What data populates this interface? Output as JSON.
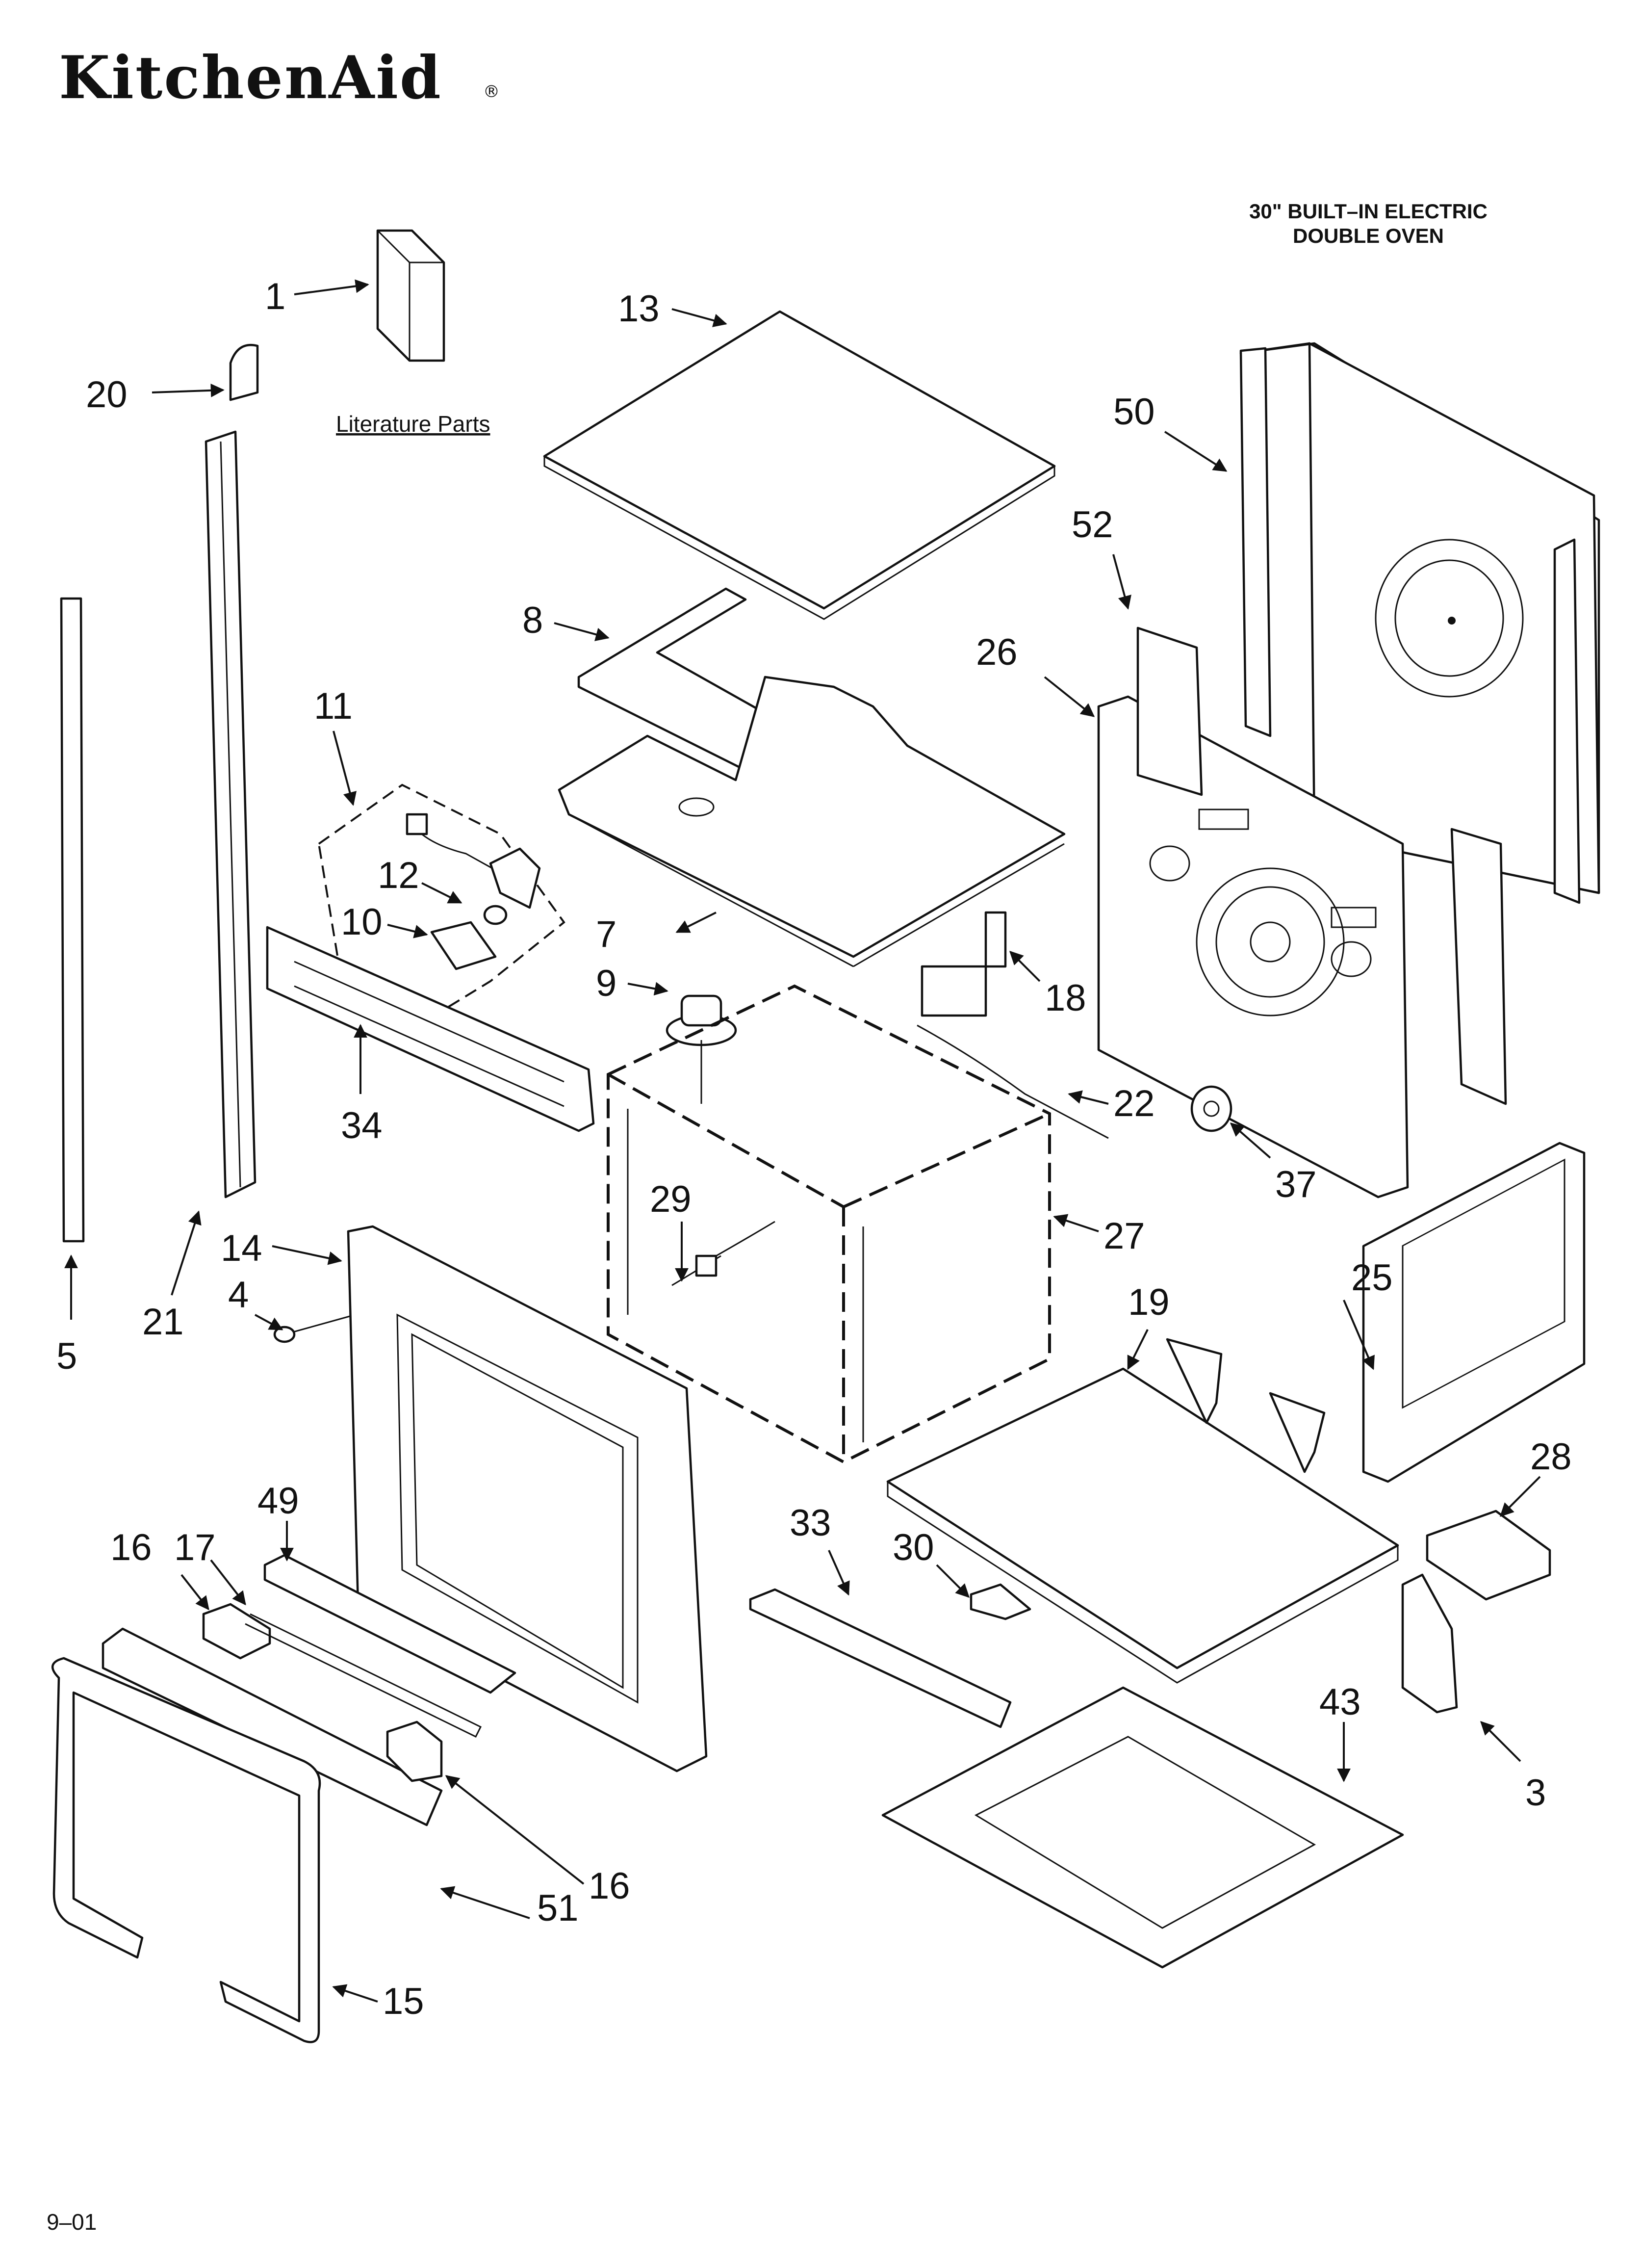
{
  "header": {
    "brand": "KitchenAid",
    "brand_mark": "®",
    "title_line1": "30\" BUILT–IN ELECTRIC",
    "title_line2": "DOUBLE OVEN"
  },
  "literature_label": "Literature Parts",
  "footer": {
    "date_code": "9–01"
  },
  "callouts": [
    {
      "id": "c1",
      "label": "1"
    },
    {
      "id": "c20",
      "label": "20"
    },
    {
      "id": "c13",
      "label": "13"
    },
    {
      "id": "c50",
      "label": "50"
    },
    {
      "id": "c52",
      "label": "52"
    },
    {
      "id": "c8",
      "label": "8"
    },
    {
      "id": "c26",
      "label": "26"
    },
    {
      "id": "c11",
      "label": "11"
    },
    {
      "id": "c12",
      "label": "12"
    },
    {
      "id": "c10",
      "label": "10"
    },
    {
      "id": "c7",
      "label": "7"
    },
    {
      "id": "c9",
      "label": "9"
    },
    {
      "id": "c18",
      "label": "18"
    },
    {
      "id": "c34",
      "label": "34"
    },
    {
      "id": "c22",
      "label": "22"
    },
    {
      "id": "c37",
      "label": "37"
    },
    {
      "id": "c29",
      "label": "29"
    },
    {
      "id": "c27",
      "label": "27"
    },
    {
      "id": "c14",
      "label": "14"
    },
    {
      "id": "c25",
      "label": "25"
    },
    {
      "id": "c21",
      "label": "21"
    },
    {
      "id": "c4",
      "label": "4"
    },
    {
      "id": "c19",
      "label": "19"
    },
    {
      "id": "c5",
      "label": "5"
    },
    {
      "id": "c28",
      "label": "28"
    },
    {
      "id": "c49",
      "label": "49"
    },
    {
      "id": "c16a",
      "label": "16"
    },
    {
      "id": "c17",
      "label": "17"
    },
    {
      "id": "c33",
      "label": "33"
    },
    {
      "id": "c30",
      "label": "30"
    },
    {
      "id": "c43",
      "label": "43"
    },
    {
      "id": "c3",
      "label": "3"
    },
    {
      "id": "c16b",
      "label": "16"
    },
    {
      "id": "c51",
      "label": "51"
    },
    {
      "id": "c15",
      "label": "15"
    }
  ]
}
